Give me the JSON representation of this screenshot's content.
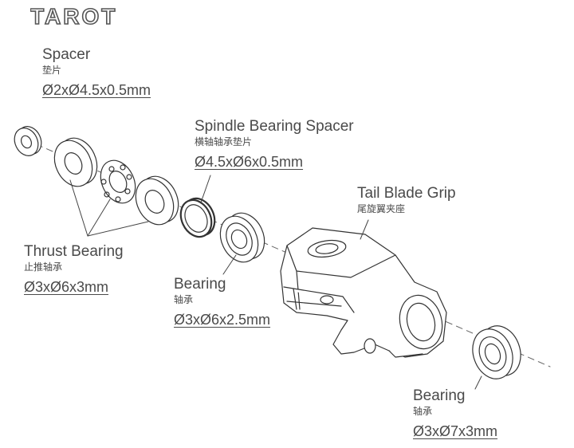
{
  "brand": "TAROT",
  "labels": {
    "spacer": {
      "name": "Spacer",
      "cn": "垫片",
      "size": "Ø2xØ4.5x0.5mm"
    },
    "spindle_spacer": {
      "name": "Spindle Bearing Spacer",
      "cn": "横轴轴承垫片",
      "size": "Ø4.5xØ6x0.5mm"
    },
    "tail_grip": {
      "name": "Tail Blade Grip",
      "cn": "尾旋翼夹座"
    },
    "thrust_bearing": {
      "name": "Thrust Bearing",
      "cn": "止推轴承",
      "size": "Ø3xØ6x3mm"
    },
    "bearing_small": {
      "name": "Bearing",
      "cn": "轴承",
      "size": "Ø3xØ6x2.5mm"
    },
    "bearing_large": {
      "name": "Bearing",
      "cn": "轴承",
      "size": "Ø3xØ7x3mm"
    }
  }
}
